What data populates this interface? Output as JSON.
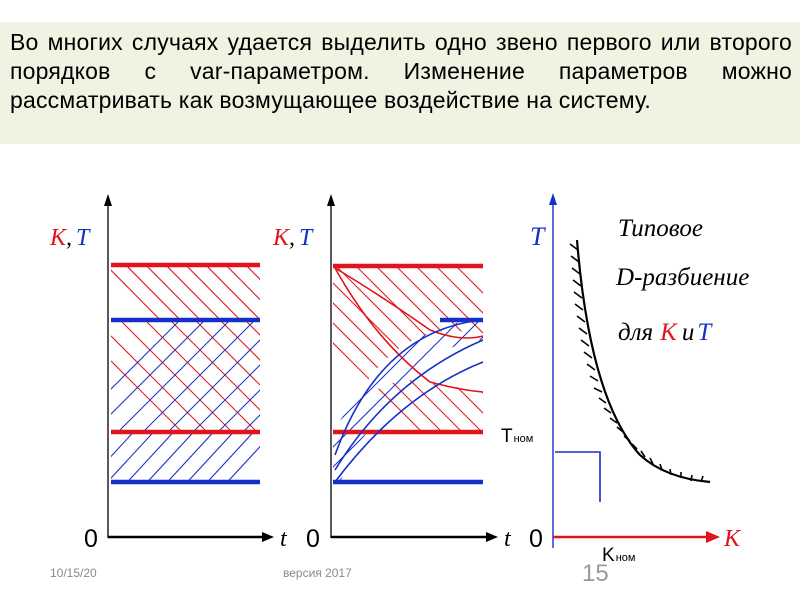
{
  "slide": {
    "text": "Во многих случаях удается выделить одно звено первого или второго порядков с var-параметром. Изменение параметров можно рассматривать как возмущающее воздействие на систему."
  },
  "figure": {
    "left_panel": {
      "axis_y_k": "K",
      "axis_y_sep": ",",
      "axis_y_t": "T",
      "axis_x": "t",
      "origin": "0"
    },
    "middle_panel": {
      "axis_y_k": "K",
      "axis_y_sep": ",",
      "axis_y_t": "T",
      "axis_x": "t",
      "origin": "0"
    },
    "right_panel": {
      "axis_y": "T",
      "axis_x": "K",
      "origin": "0",
      "caption_line1": "Типовое",
      "caption_line2_d": "D",
      "caption_line2_rest": "-разбиение",
      "caption_line3_prefix": "для",
      "caption_line3_k": "K",
      "caption_line3_and": "и",
      "caption_line3_t": "T",
      "t_nom_main": "T",
      "t_nom_sub": "ном",
      "k_nom_main": "K",
      "k_nom_sub": "ном"
    }
  },
  "footer": {
    "date": "10/15/20",
    "version": "версия 2017",
    "page": "15"
  },
  "colors": {
    "red": "#e0141c",
    "blue": "#1530c8",
    "header_bg": "#eef3e2",
    "footer": "#8a8a8a"
  }
}
